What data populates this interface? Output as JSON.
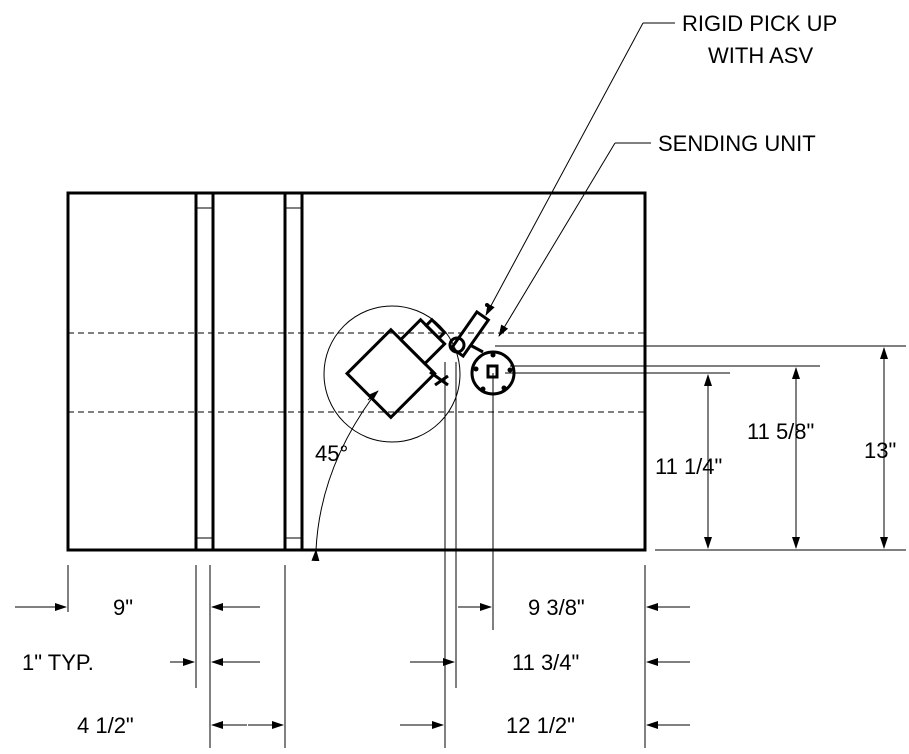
{
  "callouts": {
    "pickup_line1": "RIGID PICK UP",
    "pickup_line2": "WITH ASV",
    "sending_unit": "SENDING UNIT"
  },
  "angle": {
    "label": "45°"
  },
  "dimensions": {
    "d9": "9\"",
    "d1_typ": "1\" TYP.",
    "d4_5": "4 1/2\"",
    "d9_375": "9 3/8\"",
    "d11_75": "11 3/4\"",
    "d12_5": "12 1/2\"",
    "d11_625": "11 5/8\"",
    "d11_25": "11 1/4\"",
    "d13": "13\""
  },
  "colors": {
    "line": "#000000",
    "background": "#ffffff"
  }
}
